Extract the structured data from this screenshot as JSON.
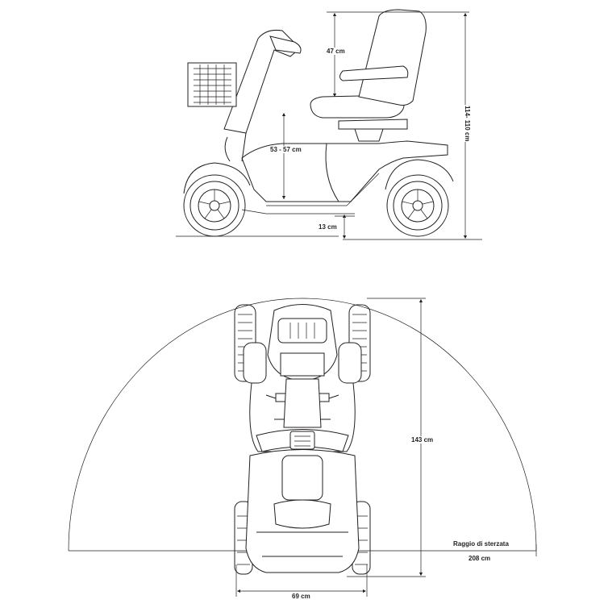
{
  "side_view": {
    "seat_height_label": "47 cm",
    "total_height_label": "114- 110 cm",
    "floor_to_seat_label": "53 - 57 cm",
    "ground_clearance_label": "13 cm"
  },
  "top_view": {
    "length_label": "143 cm",
    "turning_radius_title": "Raggio di sterzata",
    "turning_radius_label": "208 cm",
    "width_label": "69 cm"
  }
}
